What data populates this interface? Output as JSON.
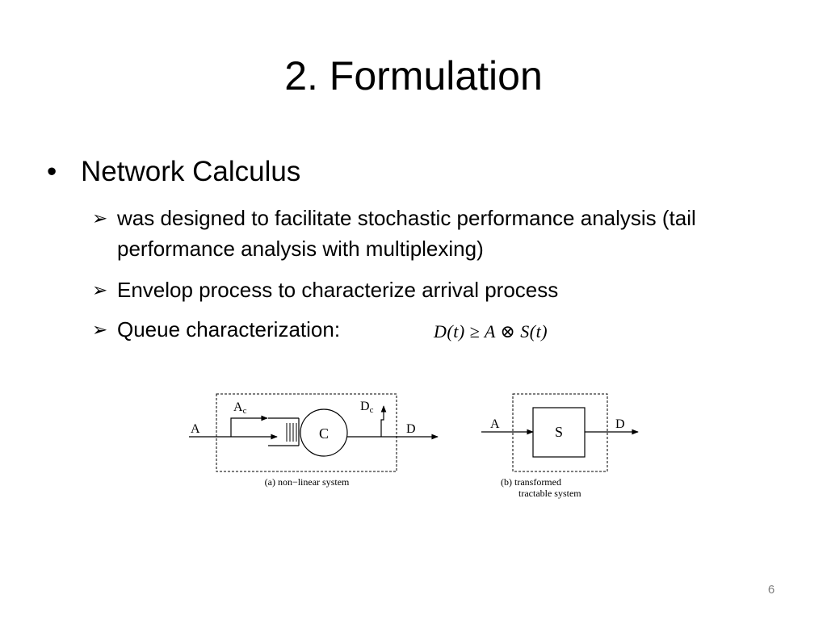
{
  "slide": {
    "title": "2. Formulation",
    "bullet": {
      "marker": "•",
      "text": "Network Calculus",
      "subitems": [
        {
          "marker": "➢",
          "text": "was designed to facilitate stochastic performance analysis (tail performance analysis with multiplexing)"
        },
        {
          "marker": "➢",
          "text": "Envelop process to characterize arrival process"
        },
        {
          "marker": "➢",
          "text": "Queue characterization:"
        }
      ]
    },
    "formula": "D(t) ≥ A ⊗ S(t)",
    "page_number": "6"
  },
  "diagram": {
    "left": {
      "input_label": "A",
      "ac_label": "A",
      "ac_sub": "c",
      "dc_label": "D",
      "dc_sub": "c",
      "server_label": "C",
      "output_label": "D",
      "caption": "(a) non−linear system"
    },
    "right": {
      "input_label": "A",
      "server_label": "S",
      "output_label": "D",
      "caption_line1": "(b) transformed",
      "caption_line2": "tractable system"
    }
  }
}
